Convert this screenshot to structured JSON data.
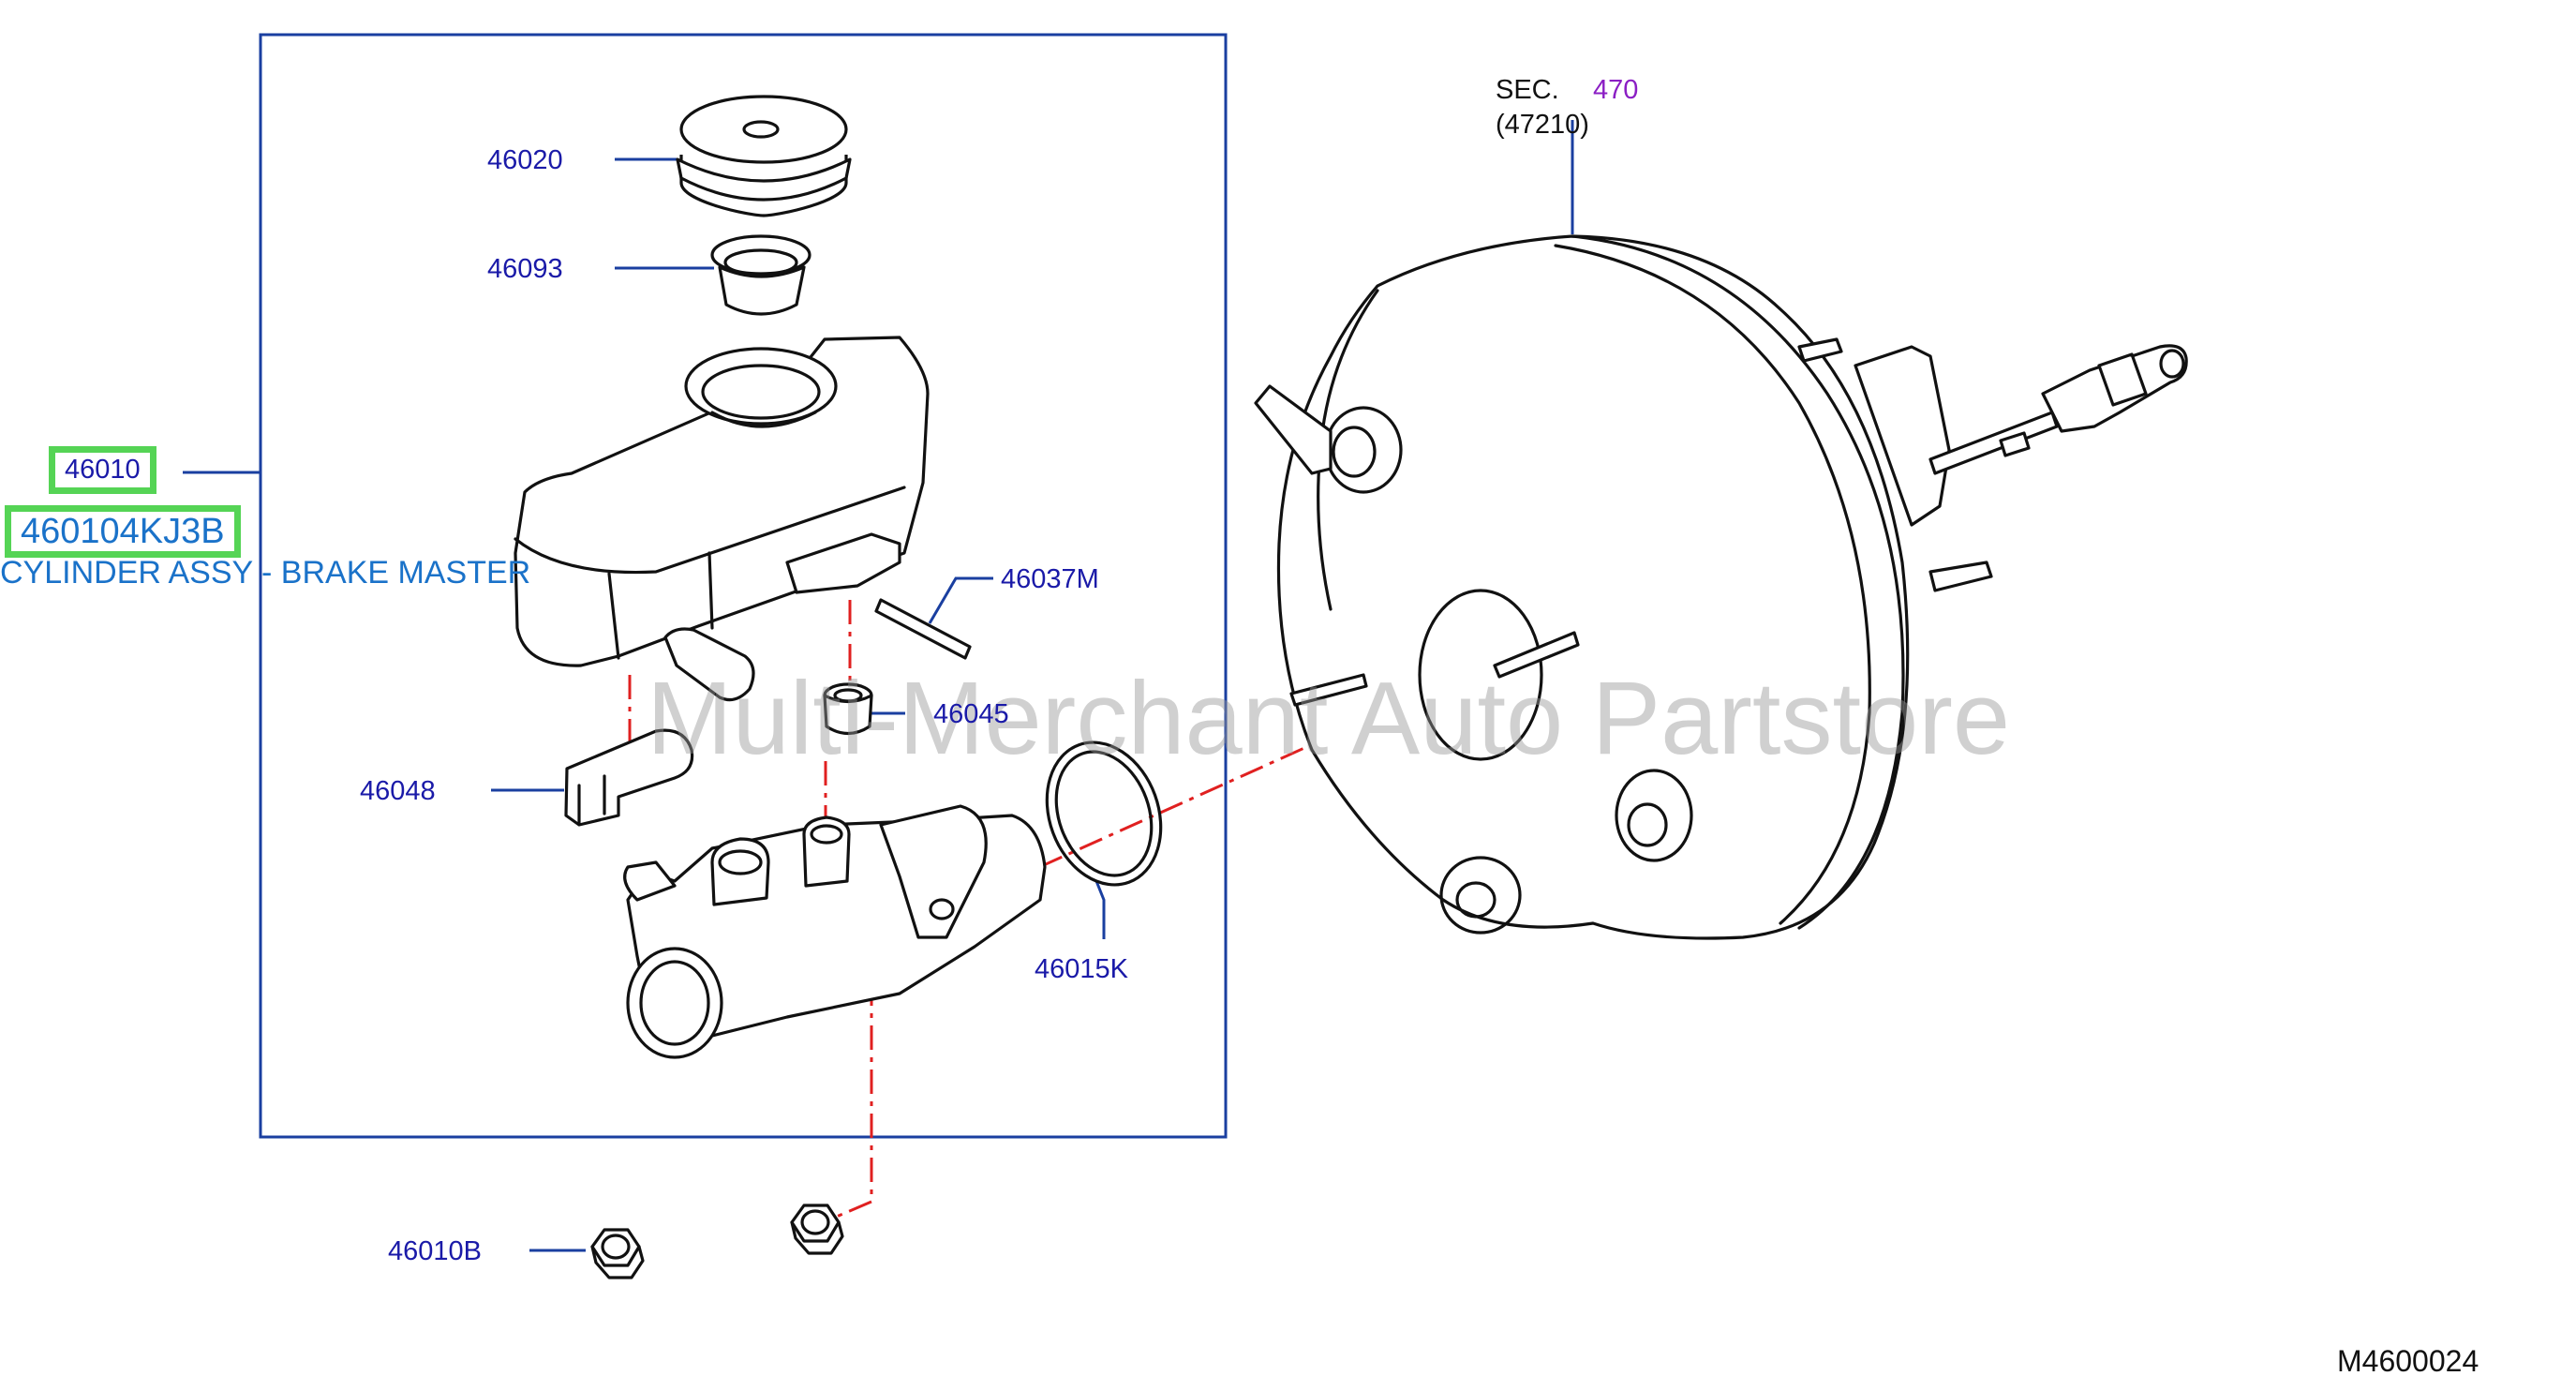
{
  "diagram": {
    "drawing_number": "M4600024",
    "watermark": "Multi-Merchant Auto Partstore",
    "section_ref": {
      "prefix": "SEC.",
      "number": "470",
      "sub": "(47210)"
    },
    "assembly": {
      "ref": "46010",
      "part_number": "460104KJ3B",
      "description": "CYLINDER ASSY - BRAKE MASTER"
    },
    "callouts": [
      {
        "id": "c1",
        "text": "46020"
      },
      {
        "id": "c2",
        "text": "46093"
      },
      {
        "id": "c3",
        "text": "46037M"
      },
      {
        "id": "c4",
        "text": "46045"
      },
      {
        "id": "c5",
        "text": "46048"
      },
      {
        "id": "c6",
        "text": "46015K"
      },
      {
        "id": "c7",
        "text": "46010B"
      }
    ]
  }
}
